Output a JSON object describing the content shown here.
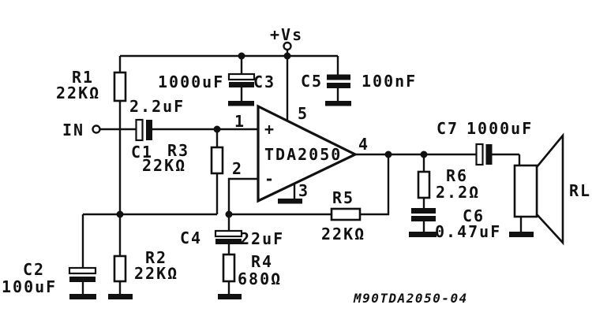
{
  "schematic": {
    "kind": "audio amplifier circuit",
    "supply_label": "+Vs",
    "input_label": "IN",
    "load_label": "RL",
    "doc_code": "M90TDA2050-04",
    "colors": {
      "ink": "#111111",
      "background": "#ffffff"
    },
    "ic": {
      "name": "TDA2050",
      "noninv_mark": "+",
      "inv_mark": "-",
      "pins": {
        "p1": "1",
        "p2": "2",
        "p3": "3",
        "p4": "4",
        "p5": "5"
      }
    },
    "components": {
      "r1": {
        "ref": "R1",
        "value": "22KΩ"
      },
      "r2": {
        "ref": "R2",
        "value": "22KΩ"
      },
      "r3": {
        "ref": "R3",
        "value": "22KΩ"
      },
      "r4": {
        "ref": "R4",
        "value": "680Ω"
      },
      "r5": {
        "ref": "R5",
        "value": "22KΩ"
      },
      "r6": {
        "ref": "R6",
        "value": "2.2Ω"
      },
      "c1": {
        "ref": "C1",
        "value": "2.2uF"
      },
      "c2": {
        "ref": "C2",
        "value": "100uF"
      },
      "c3": {
        "ref": "C3",
        "value": "1000uF"
      },
      "c4": {
        "ref": "C4",
        "value": "22uF"
      },
      "c5": {
        "ref": "C5",
        "value": "100nF"
      },
      "c6": {
        "ref": "C6",
        "value": "0.47uF"
      },
      "c7": {
        "ref": "C7",
        "value": "1000uF"
      }
    }
  }
}
